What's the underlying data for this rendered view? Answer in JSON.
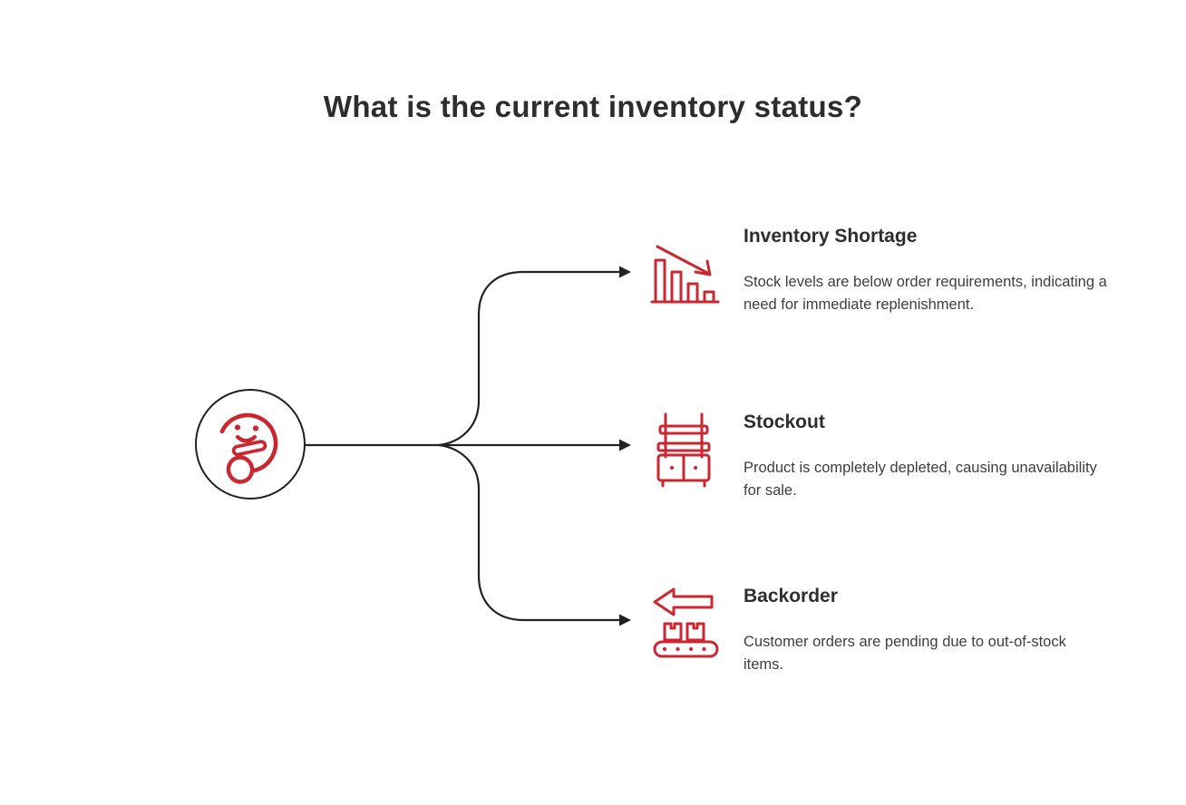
{
  "title": "What is the current inventory status?",
  "colors": {
    "accent_red": "#cb2730",
    "connector_black": "#222222",
    "title_text": "#2d2d2d",
    "heading_text": "#2e2e2e",
    "body_text": "#3e3e3e"
  },
  "center": {
    "icon": "thinking-face-icon"
  },
  "branches": [
    {
      "icon": "declining-bar-chart-icon",
      "heading": "Inventory Shortage",
      "description": "Stock levels are below order requirements, indicating a need for immediate replenishment."
    },
    {
      "icon": "storage-cabinet-icon",
      "heading": "Stockout",
      "description": "Product is completely depleted, causing unavailability for sale."
    },
    {
      "icon": "conveyor-return-icon",
      "heading": "Backorder",
      "description": "Customer orders are pending due to out-of-stock items."
    }
  ]
}
